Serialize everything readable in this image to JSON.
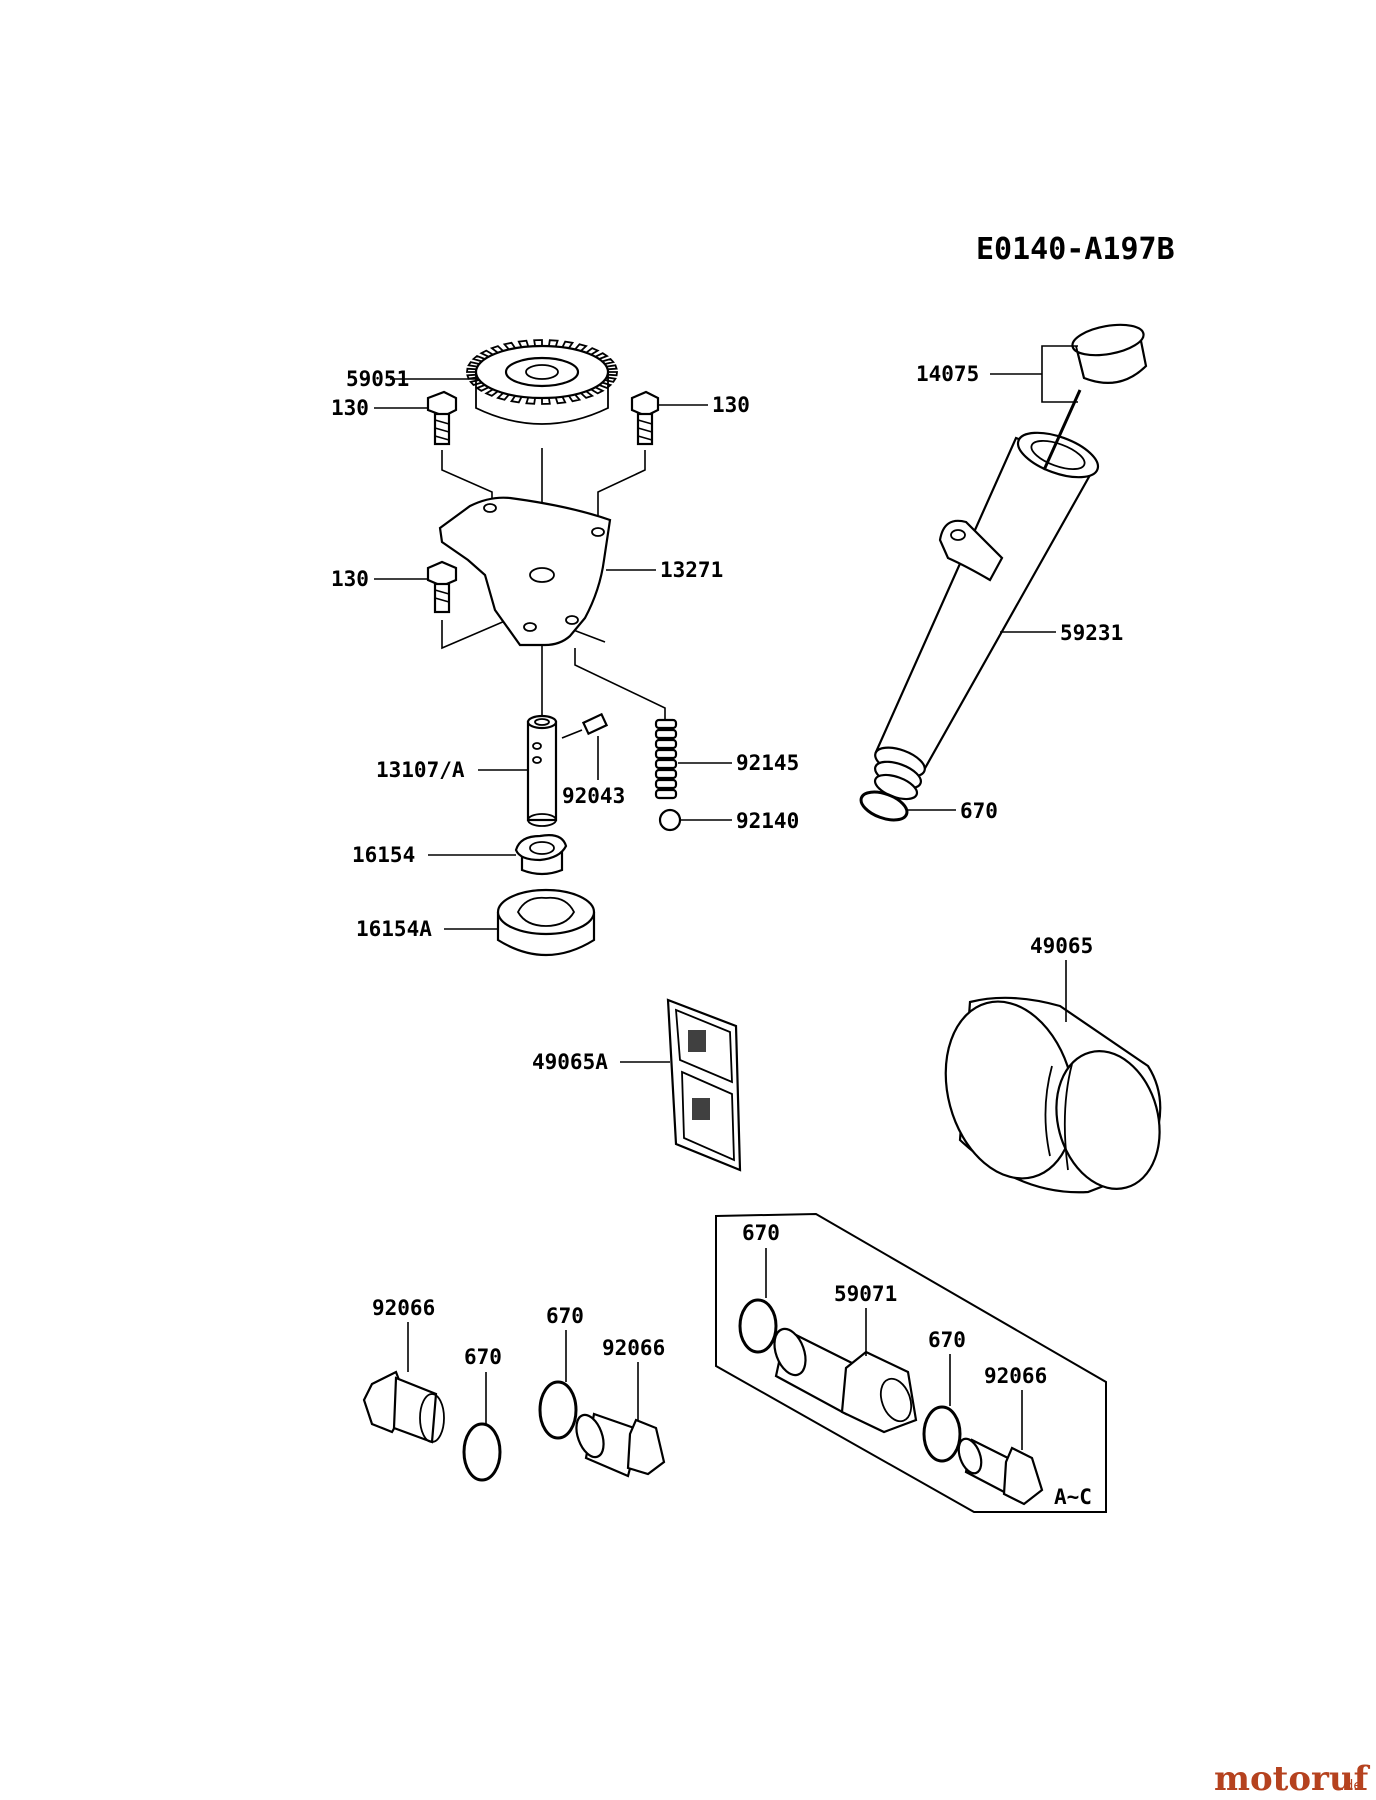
{
  "diagram": {
    "title": "E0140-A197B",
    "labels": {
      "p59051": "59051",
      "p130a": "130",
      "p130b": "130",
      "p130c": "130",
      "p13271": "13271",
      "p14075": "14075",
      "p59231": "59231",
      "p13107": "13107/A",
      "p92043": "92043",
      "p92145": "92145",
      "p92140": "92140",
      "p670a": "670",
      "p16154": "16154",
      "p16154a": "16154A",
      "p49065": "49065",
      "p49065a": "49065A",
      "p670b": "670",
      "p59071": "59071",
      "p670c": "670",
      "p92066a": "92066",
      "p670d": "670",
      "p670e": "670",
      "p92066b": "92066",
      "p92066c": "92066",
      "kit_range": "A~C"
    }
  },
  "watermark": {
    "brand": "motoruf",
    "tld": ".de"
  }
}
